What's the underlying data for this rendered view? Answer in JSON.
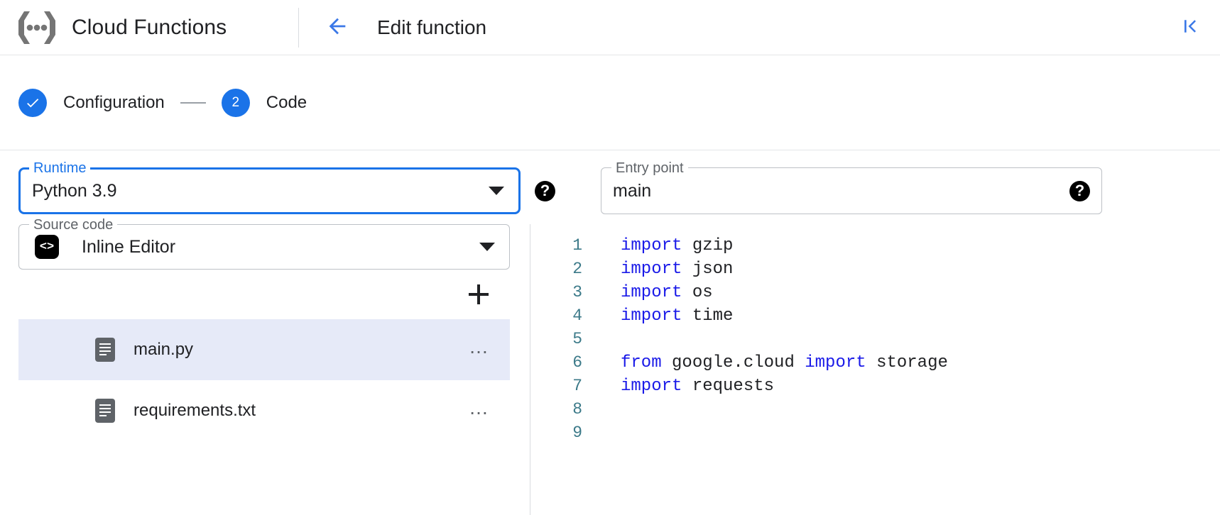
{
  "header": {
    "brand_title": "Cloud Functions",
    "brand_logo_icon": "cloud-functions-braces-logo",
    "back_icon": "arrow-left-icon",
    "page_title": "Edit function",
    "collapse_icon": "first-page-collapse-icon"
  },
  "stepper": {
    "steps": [
      {
        "marker": "✓",
        "label": "Configuration",
        "state": "complete"
      },
      {
        "marker": "2",
        "label": "Code",
        "state": "active"
      }
    ],
    "connector": "—"
  },
  "runtime": {
    "legend": "Runtime",
    "value": "Python 3.9",
    "dropdown_icon": "chevron-down-icon",
    "help_icon": "help-icon",
    "help_glyph": "?"
  },
  "entry_point": {
    "legend": "Entry point",
    "value": "main",
    "placeholder": "Entry point",
    "help_icon": "help-icon",
    "help_glyph": "?"
  },
  "source_code": {
    "legend": "Source code",
    "value": "Inline Editor",
    "leading_icon": "code-brackets-icon",
    "leading_glyph": "<>",
    "dropdown_icon": "chevron-down-icon",
    "add_button_label": "+",
    "files": [
      {
        "name": "main.py",
        "icon": "file-document-icon",
        "menu": "…",
        "selected": true
      },
      {
        "name": "requirements.txt",
        "icon": "file-document-icon",
        "menu": "…",
        "selected": false
      }
    ]
  },
  "editor": {
    "lines": [
      {
        "n": "1",
        "tokens": [
          {
            "t": "import",
            "c": "kw"
          },
          {
            "t": " gzip",
            "c": ""
          }
        ]
      },
      {
        "n": "2",
        "tokens": [
          {
            "t": "import",
            "c": "kw"
          },
          {
            "t": " json",
            "c": ""
          }
        ]
      },
      {
        "n": "3",
        "tokens": [
          {
            "t": "import",
            "c": "kw"
          },
          {
            "t": " os",
            "c": ""
          }
        ]
      },
      {
        "n": "4",
        "tokens": [
          {
            "t": "import",
            "c": "kw"
          },
          {
            "t": " time",
            "c": ""
          }
        ]
      },
      {
        "n": "5",
        "tokens": []
      },
      {
        "n": "6",
        "tokens": [
          {
            "t": "from",
            "c": "kw"
          },
          {
            "t": " google.cloud ",
            "c": ""
          },
          {
            "t": "import",
            "c": "kw"
          },
          {
            "t": " storage",
            "c": ""
          }
        ]
      },
      {
        "n": "7",
        "tokens": [
          {
            "t": "import",
            "c": "kw"
          },
          {
            "t": " requests",
            "c": ""
          }
        ]
      },
      {
        "n": "8",
        "tokens": []
      },
      {
        "n": "9",
        "tokens": []
      }
    ]
  },
  "colors": {
    "accent_blue": "#1a73e8",
    "keyword_blue": "#1a1ae8",
    "line_number": "#3c7a89",
    "selected_row": "#e6eaf8",
    "border_grey": "#bdc1c6",
    "icon_grey": "#5f6368"
  }
}
